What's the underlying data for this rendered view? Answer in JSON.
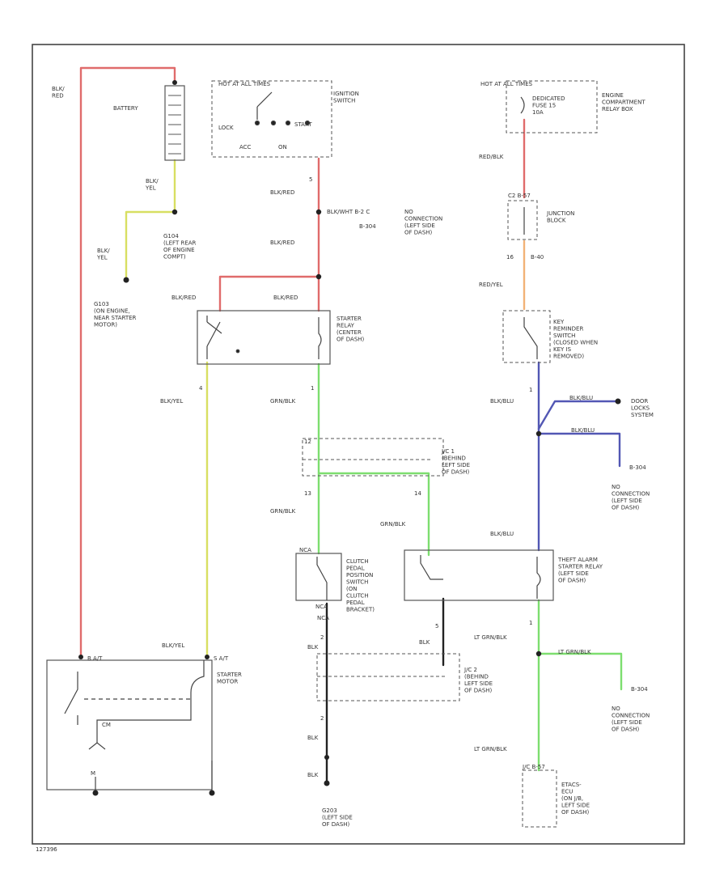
{
  "figure_code": "127396",
  "colors": {
    "red": "#e06b6b",
    "yellow": "#d8df62",
    "green": "#7dde6f",
    "orange": "#f2b277",
    "blue": "#5257b4",
    "black": "#222222"
  },
  "labels": {
    "blk_red_top": "BLK/\nRED",
    "battery": "BATTERY",
    "blk_yel_batt": "BLK/\nYEL",
    "g104": "G104\n(LEFT REAR\nOF ENGINE\nCOMPT)",
    "blk_yel_ground": "BLK/\nYEL",
    "g103": "G103\n(ON ENGINE,\nNEAR STARTER\nMOTOR)",
    "hot_ign_start": "HOT AT ALL TIMES",
    "ignition_switch": "IGNITION\nSWITCH",
    "lock": "LOCK",
    "start": "START",
    "acc": "ACC",
    "on": "ON",
    "pin_ign": "5",
    "blk_red_1": "BLK/RED",
    "splice_1": "BLK/WHT  B-2 C",
    "b304": "B-304",
    "no_conn_1": "NO\nCONNECTION\n(LEFT SIDE\nOF DASH)",
    "blk_red_2": "BLK/RED",
    "blk_red_3": "BLK/RED",
    "blk_red_4": "BLK/RED",
    "starter_relay": "STARTER\nRELAY\n(CENTER\nOF DASH)",
    "pin_4": "4",
    "blk_yel_mid": "BLK/YEL",
    "pin_1": "1",
    "grn_blk_1": "GRN/BLK",
    "pin_12": "12",
    "jc1": "J/C 1\n(BEHIND\nLEFT SIDE\nOF DASH)",
    "pin_13": "13",
    "pin_14": "14",
    "grn_blk_2": "GRN/BLK",
    "grn_blk_3": "GRN/BLK",
    "nca": "NCA",
    "clutch_switch": "CLUTCH\nPEDAL\nPOSITION\nSWITCH\n(ON\nCLUTCH\nPEDAL\nBRACKET)",
    "nca2": "NCA",
    "nca3": "NCA",
    "pin_2a": "2",
    "blk_1": "BLK",
    "pin_5b": "5",
    "blk_2": "BLK",
    "jc2": "J/C 2\n(BEHIND\nLEFT SIDE\nOF DASH)",
    "pin_2b": "2",
    "blk_3": "BLK",
    "blk_4": "BLK",
    "g203": "G203\n(LEFT SIDE\nOF DASH)",
    "blk_yel_starter": "BLK/YEL",
    "b_conn": "B  A/T",
    "s_conn": "S  A/T",
    "starter_motor": "STARTER\nMOTOR",
    "m": "M",
    "cm": "CM",
    "hot_all": "HOT AT ALL TIMES",
    "fuse": "DEDICATED\nFUSE 15\n10A",
    "engine_box": "ENGINE\nCOMPARTMENT\nRELAY BOX",
    "red_blk": "RED/BLK",
    "jb_pin": "C2  B-57",
    "junction_block": "JUNCTION\nBLOCK",
    "pin_16": "16",
    "b40": "B-40",
    "red_yel": "RED/YEL",
    "key_switch": "KEY\nREMINDER\nSWITCH\n(CLOSED WHEN\nKEY IS\nREMOVED)",
    "pin_1c": "1",
    "blk_blu_1": "BLK/BLU",
    "blk_blu_2": "BLK/BLU",
    "door_locks": "DOOR\nLOCKS\nSYSTEM",
    "blk_blu_3": "BLK/BLU",
    "b304b": "B-304",
    "no_conn_2": "NO\nCONNECTION\n(LEFT SIDE\nOF DASH)",
    "blk_blu_4": "BLK/BLU",
    "theft_relay": "THEFT ALARM\nSTARTER RELAY\n(LEFT SIDE\nOF DASH)",
    "pin_1d": "1",
    "lt_grn_blk_1": "LT GRN/BLK",
    "lt_grn_blk_2": "LT GRN/BLK",
    "b304c": "B-304",
    "no_conn_3": "NO\nCONNECTION\n(LEFT SIDE\nOF DASH)",
    "lt_grn_blk_3": "LT GRN/BLK",
    "etacs_pin": "J/C  B-57",
    "etacs": "ETACS-\nECU\n(ON J/B,\nLEFT SIDE\nOF DASH)"
  }
}
